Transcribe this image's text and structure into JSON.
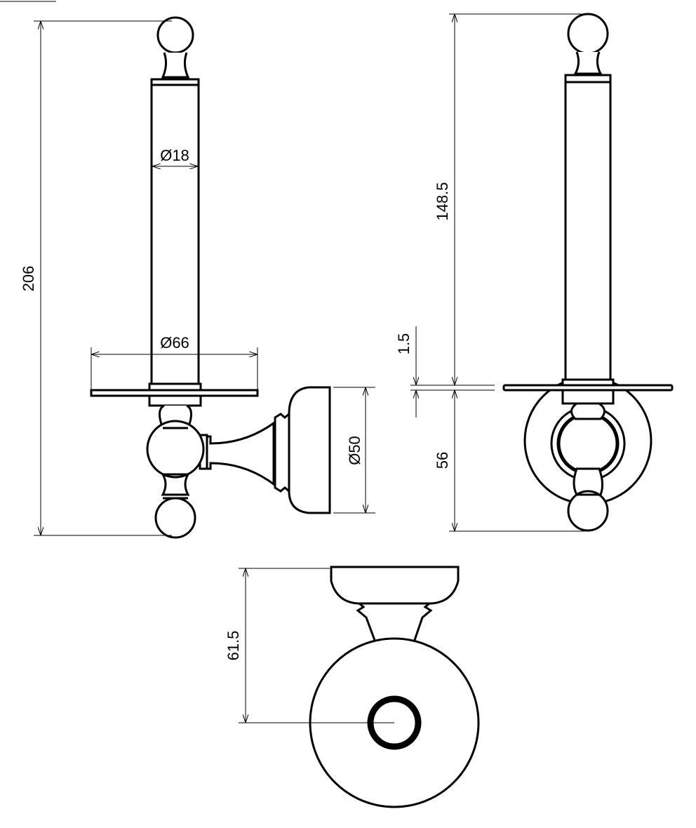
{
  "drawing": {
    "side_view": {
      "overall_height": "206",
      "tube_diameter": "Ø18",
      "plate_diameter": "Ø66",
      "escutcheon_diameter": "Ø50"
    },
    "front_view": {
      "upper_length": "148.5",
      "plate_thickness": "1.5",
      "lower_length": "56"
    },
    "top_view": {
      "projection": "61.5"
    }
  }
}
